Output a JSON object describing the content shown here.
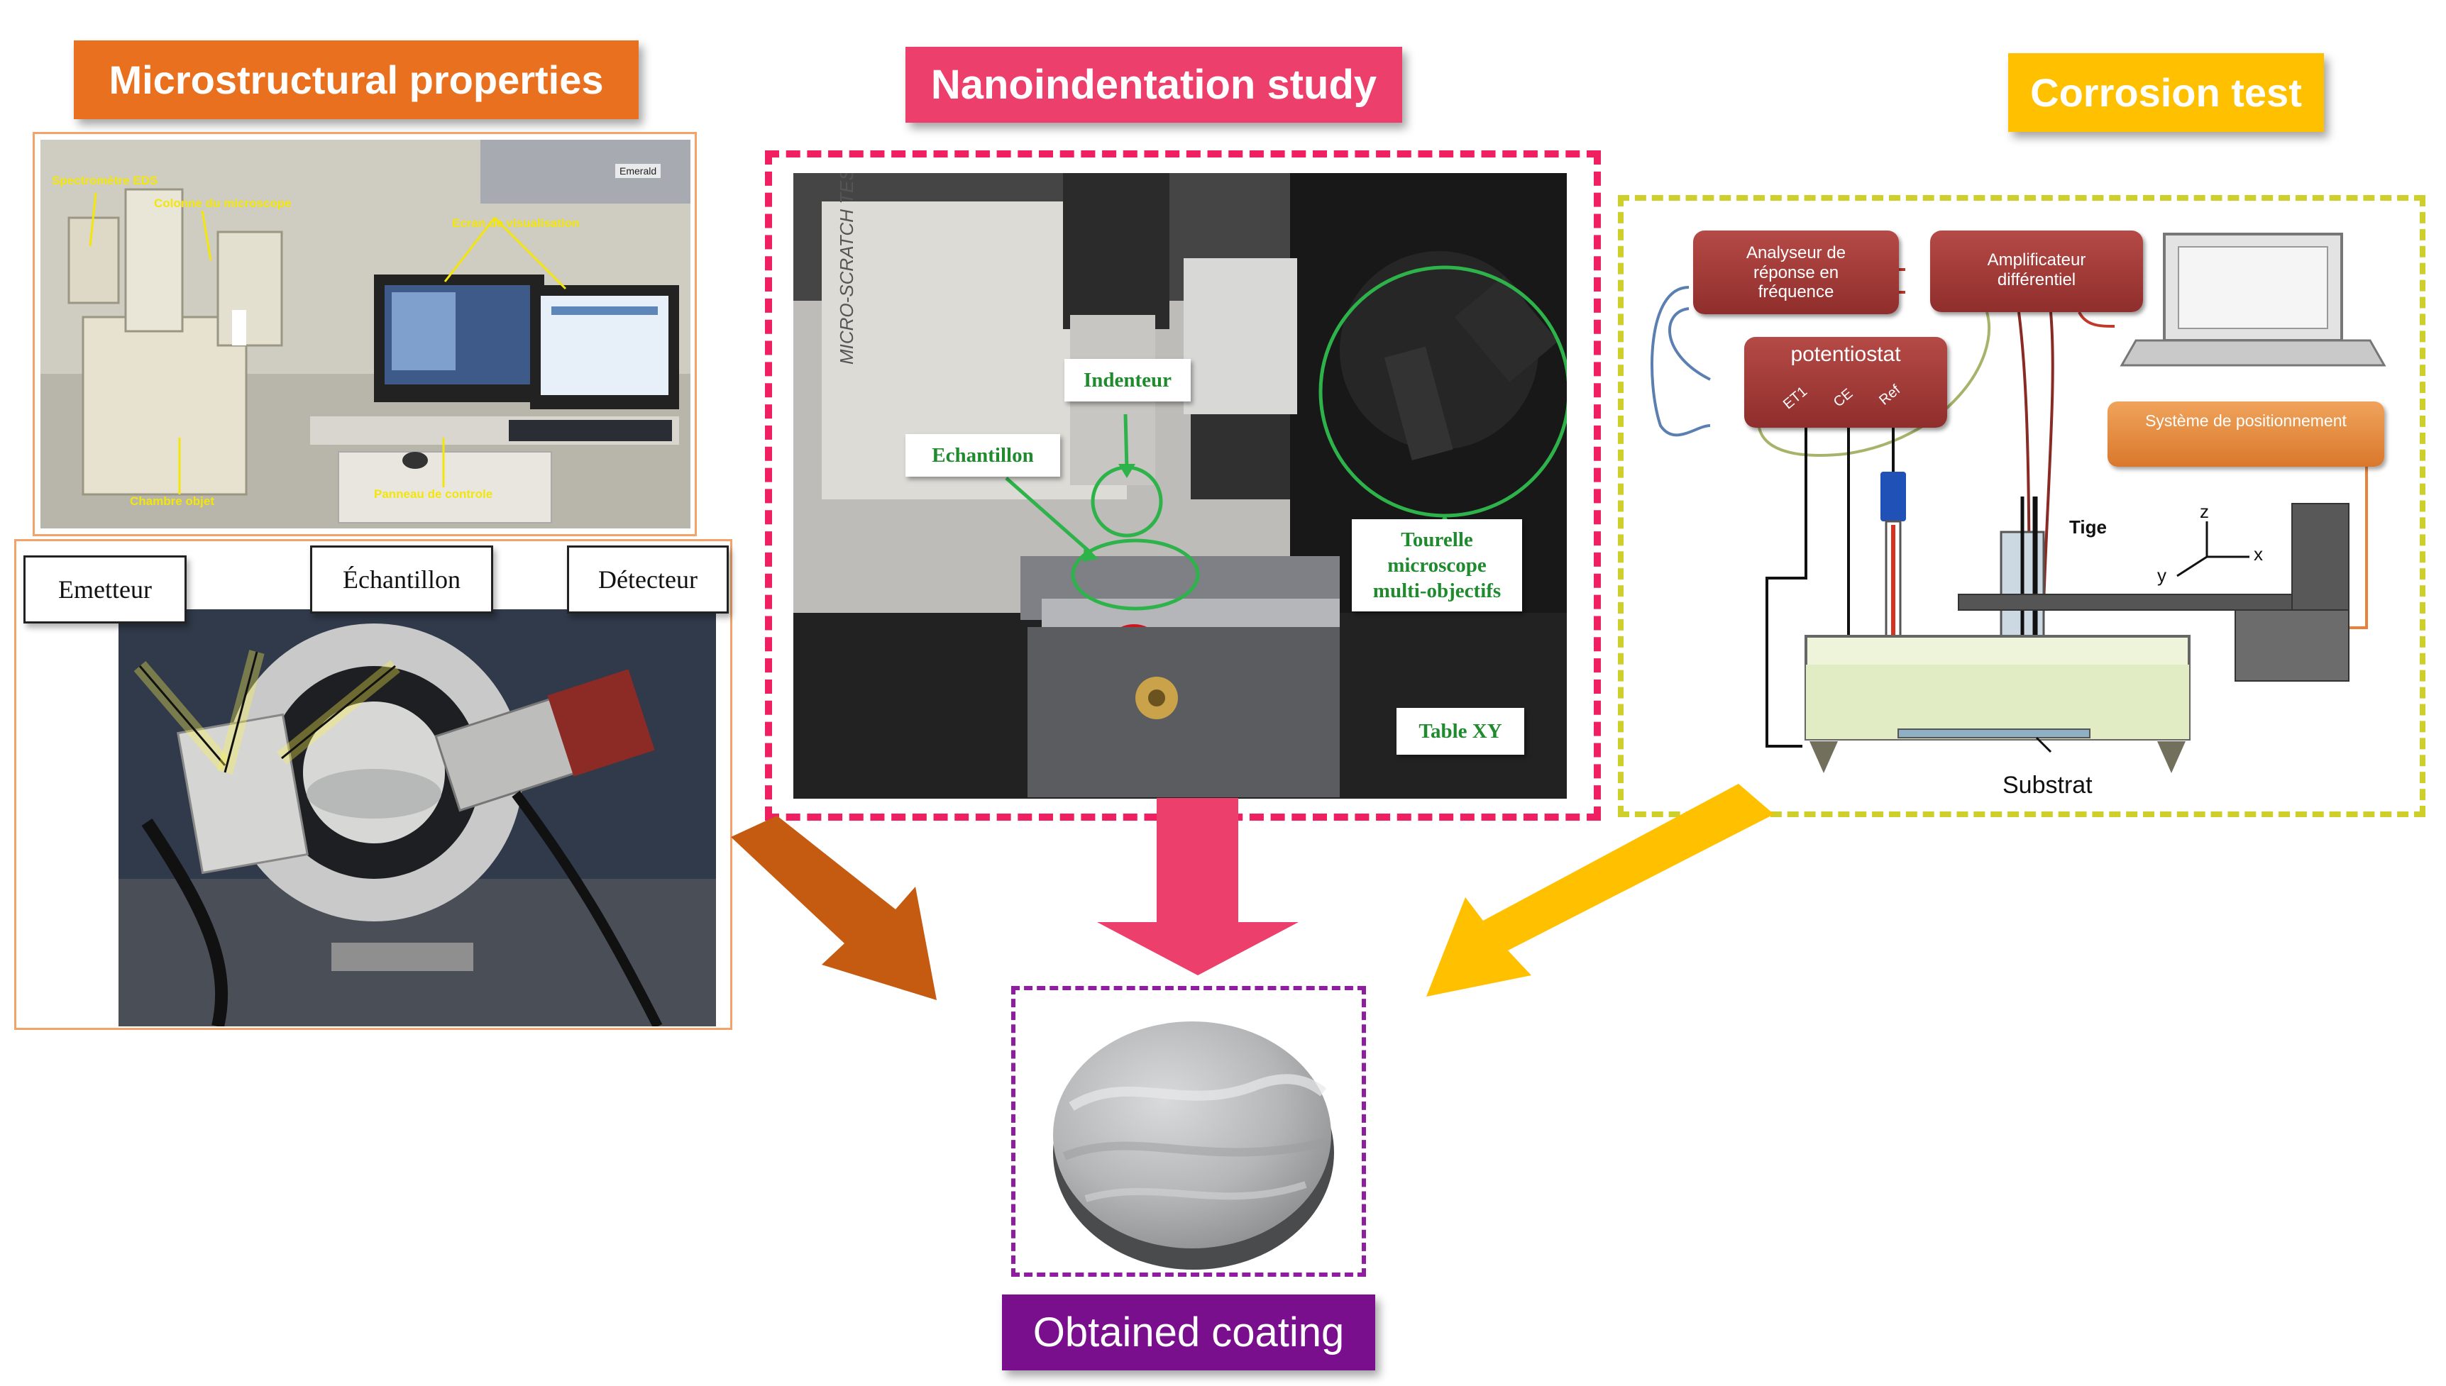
{
  "sections": {
    "microstructural": "Microstructural properties",
    "nanoindentation": "Nanoindentation study",
    "corrosion": "Corrosion test",
    "coating": "Obtained coating"
  },
  "sem_labels": {
    "eds": "Spectromètre EDS",
    "column": "Colonne du microscope",
    "screen": "Ecran de visualisation",
    "chamber": "Chambre objet",
    "panel": "Panneau de controle",
    "brand": "Emerald"
  },
  "xrd_labels": {
    "emitter": "Emetteur",
    "sample": "Échantillon",
    "detector": "Détecteur"
  },
  "nano_labels": {
    "indenter": "Indenteur",
    "sample": "Echantillon",
    "turret": "Tourelle microscope multi-objectifs",
    "table": "Table XY",
    "device": "MICRO-SCRATCH TES"
  },
  "corrosion_labels": {
    "analyzer": "Analyseur de réponse en fréquence",
    "amplifier": "Amplificateur différentiel",
    "potentiostat": "potentiostat",
    "we": "ET1",
    "ce": "CE",
    "ref": "Ref",
    "positioning": "Système de positionnement",
    "rod": "Tige",
    "substrate": "Substrat",
    "axis_z": "z",
    "axis_x": "x",
    "axis_y": "y"
  },
  "colors": {
    "orange": "#e8701e",
    "pink": "#ec3f6b",
    "yellow": "#ffc000",
    "purple": "#7a0f8e",
    "olive_dash": "#cfcf2c",
    "magenta_dash": "#f01f61"
  }
}
